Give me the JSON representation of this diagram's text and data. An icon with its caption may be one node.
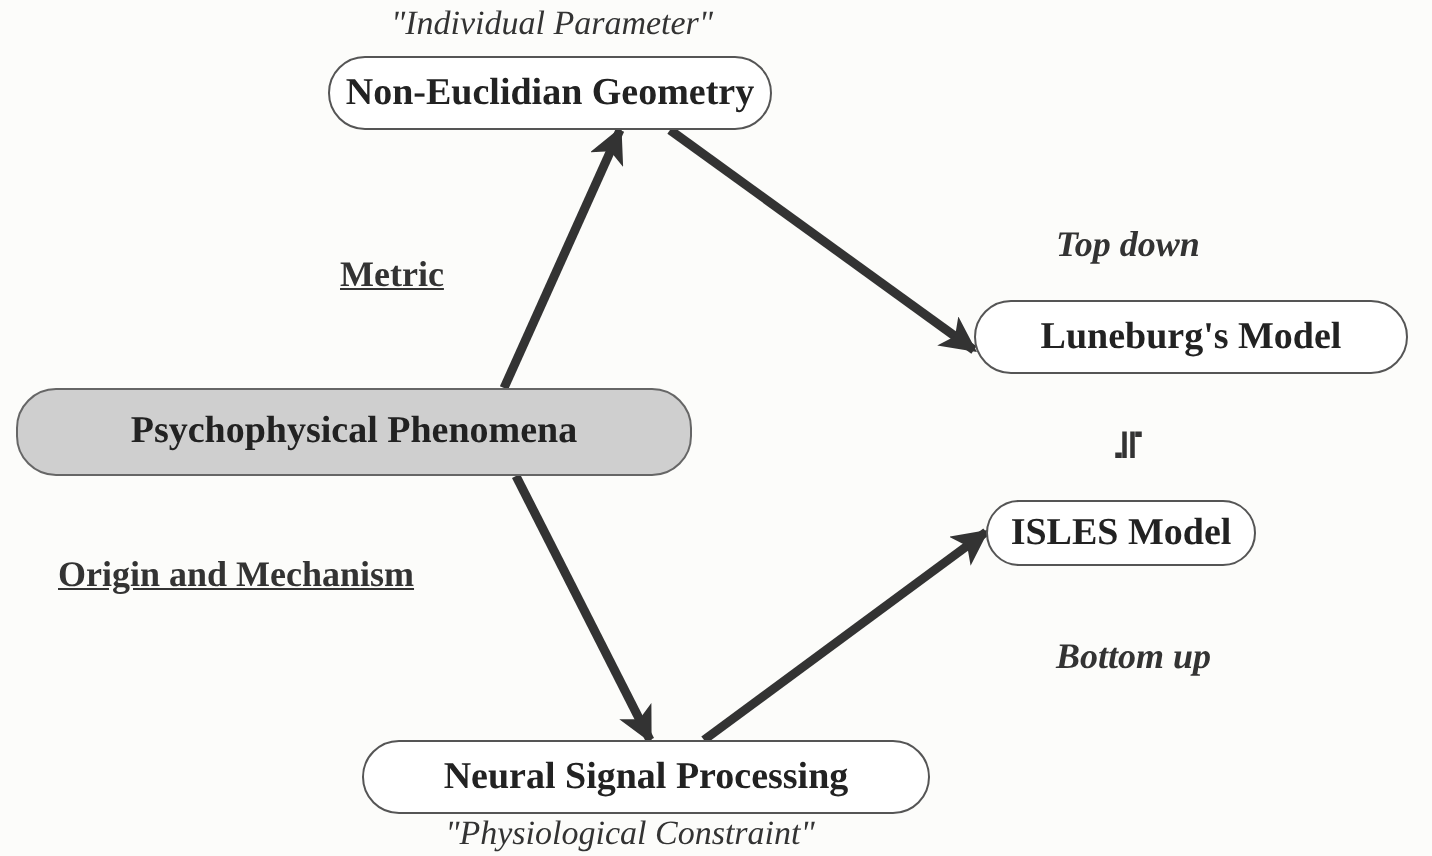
{
  "diagram": {
    "nodes": [
      {
        "text": [
          "Non-Euclidian Geometry"
        ],
        "beside": [
          "\"Individual Parameter\""
        ]
      },
      {
        "text": [
          "Luneburg's Model"
        ]
      },
      {
        "text": [
          "Psychophysical Phenomena"
        ]
      },
      {
        "text": [
          "ISLES Model"
        ]
      },
      {
        "text": [
          "Neural Signal Processing"
        ],
        "beside": [
          "\"Physiological Constraint\""
        ]
      }
    ],
    "edges": [
      {
        "from": 2,
        "to": 0,
        "arrow": "to"
      },
      {
        "from": 0,
        "to": 1,
        "arrow": "to"
      },
      {
        "from": 2,
        "to": 4,
        "arrow": "to"
      },
      {
        "from": 4,
        "to": 3,
        "arrow": "to"
      }
    ],
    "labels": [
      "Top down",
      "Metric",
      "≒",
      "Origin and Mechanism",
      "Bottom up"
    ]
  }
}
